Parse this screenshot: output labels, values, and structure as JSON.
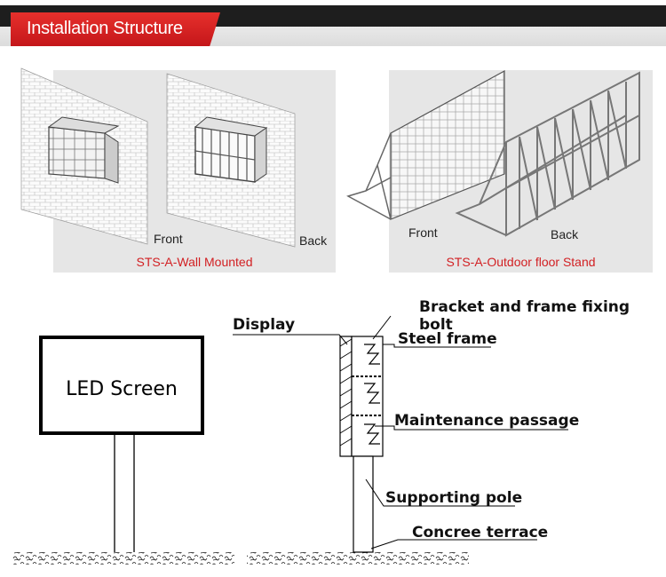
{
  "header": {
    "title": "Installation Structure"
  },
  "wall_mounted": {
    "front_label": "Front",
    "back_label": "Back",
    "caption": "STS-A-Wall Mounted"
  },
  "floor_stand": {
    "front_label": "Front",
    "back_label": "Back",
    "caption": "STS-A-Outdoor floor Stand"
  },
  "diagram": {
    "title": "Bracket and frame fixing bolt",
    "led_screen": "LED Screen",
    "display": "Display",
    "steel_frame": "Steel frame",
    "maintenance_passage": "Maintenance passage",
    "supporting_pole": "Supporting pole",
    "concrete_terrace": "Concree terrace"
  },
  "colors": {
    "accent_red": "#d21f22",
    "header_black": "#1e1e1e",
    "panel_bg": "#e6e6e6"
  }
}
